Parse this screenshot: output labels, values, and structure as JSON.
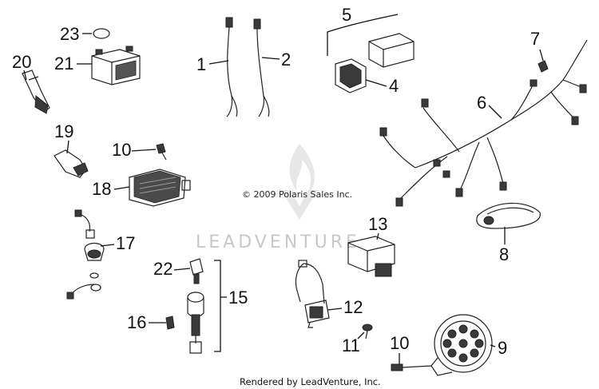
{
  "watermark": {
    "brand": "LEADVENTURE"
  },
  "copyright": "© 2009 Polaris Sales Inc.",
  "footer": "Rendered by LeadVenture, Inc.",
  "callouts": {
    "c1": "1",
    "c2": "2",
    "c4": "4",
    "c5": "5",
    "c6": "6",
    "c7": "7",
    "c8": "8",
    "c9": "9",
    "c10a": "10",
    "c10b": "10",
    "c11": "11",
    "c12": "12",
    "c13": "13",
    "c15": "15",
    "c16": "16",
    "c17": "17",
    "c18": "18",
    "c19": "19",
    "c20": "20",
    "c21": "21",
    "c22": "22",
    "c23": "23"
  }
}
